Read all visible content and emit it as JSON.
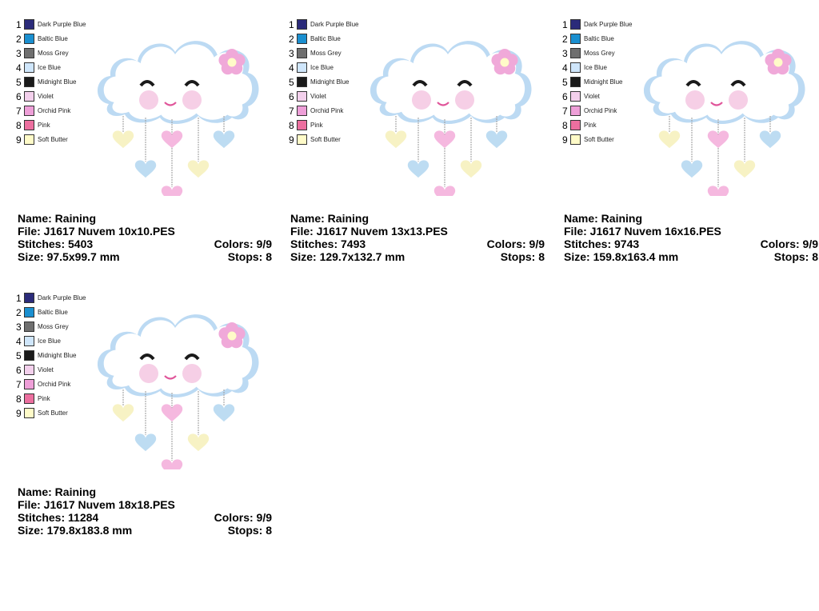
{
  "thread_colors": [
    {
      "num": "1",
      "name": "Dark Purple Blue",
      "hex": "#2b2b7a"
    },
    {
      "num": "2",
      "name": "Baltic Blue",
      "hex": "#1a8fd0"
    },
    {
      "num": "3",
      "name": "Moss Grey",
      "hex": "#6f6f6f"
    },
    {
      "num": "4",
      "name": "Ice Blue",
      "hex": "#cfe6fb"
    },
    {
      "num": "5",
      "name": "Midnight Blue",
      "hex": "#1a1a1a"
    },
    {
      "num": "6",
      "name": "Violet",
      "hex": "#f3d0ec"
    },
    {
      "num": "7",
      "name": "Orchid Pink",
      "hex": "#ee9fd8"
    },
    {
      "num": "8",
      "name": "Pink",
      "hex": "#ec6f9f"
    },
    {
      "num": "9",
      "name": "Soft Butter",
      "hex": "#fffbc8"
    }
  ],
  "designs": [
    {
      "name": "Name: Raining",
      "file": "File: J1617 Nuvem 10x10.PES",
      "stitches": "Stitches: 5403",
      "colors": "Colors: 9/9",
      "size": "Size: 97.5x99.7 mm",
      "stops": "Stops: 8"
    },
    {
      "name": "Name: Raining",
      "file": "File: J1617 Nuvem 13x13.PES",
      "stitches": "Stitches: 7493",
      "colors": "Colors: 9/9",
      "size": "Size: 129.7x132.7 mm",
      "stops": "Stops: 8"
    },
    {
      "name": "Name: Raining",
      "file": "File: J1617 Nuvem 16x16.PES",
      "stitches": "Stitches: 9743",
      "colors": "Colors: 9/9",
      "size": "Size: 159.8x163.4 mm",
      "stops": "Stops: 8"
    },
    {
      "name": "Name: Raining",
      "file": "File: J1617 Nuvem 18x18.PES",
      "stitches": "Stitches: 11284",
      "colors": "Colors: 9/9",
      "size": "Size: 179.8x183.8 mm",
      "stops": "Stops: 8"
    }
  ],
  "art_colors": {
    "cloud_outline": "#bcdaf3",
    "cloud_fill": "#ffffff",
    "cheek": "#f6cfe6",
    "mouth": "#e0559a",
    "eyelash": "#1a1a1a",
    "flower": "#f0a9d9",
    "flower_center": "#fffbc8",
    "heart_pink": "#f5b8df",
    "heart_butter": "#f7f2c4",
    "heart_blue": "#bddcf2",
    "string": "#9a9a9a"
  }
}
